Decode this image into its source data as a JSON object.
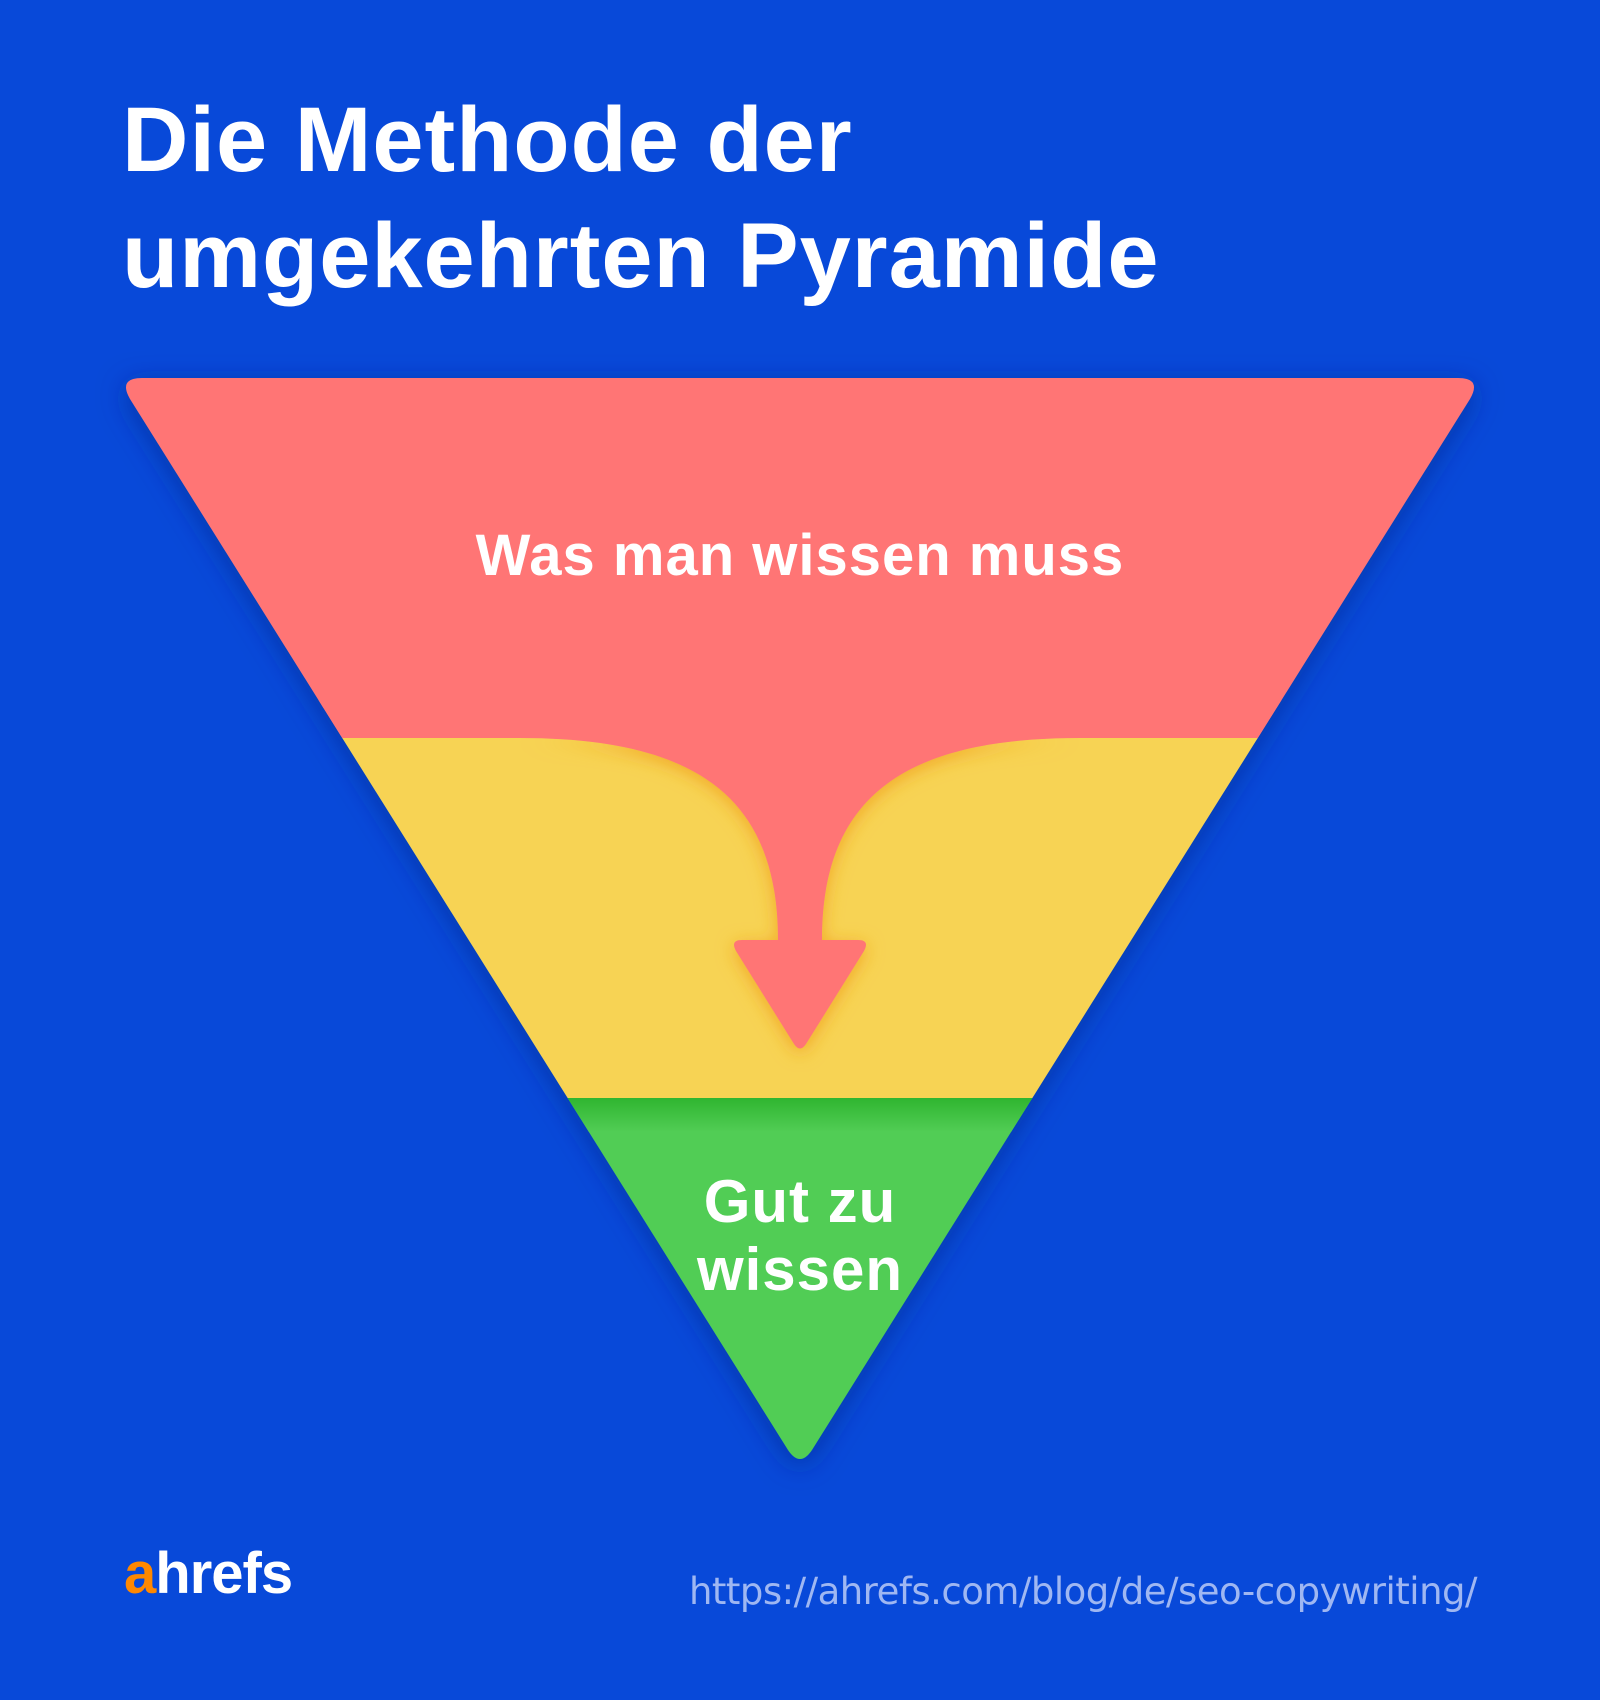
{
  "title": {
    "line1": "Die Methode der",
    "line2": "umgekehrten Pyramide"
  },
  "pyramid": {
    "layers": [
      {
        "label": "Was man wissen muss",
        "color": "#FF7575"
      },
      {
        "label": "",
        "color": "#F7D354"
      },
      {
        "label_line1": "Gut zu",
        "label_line2": "wissen",
        "color": "#51CD55"
      }
    ],
    "arrow": {
      "direction": "down",
      "color": "#FF7575"
    },
    "background": "#0849D9"
  },
  "footer": {
    "logo_a": "a",
    "logo_rest": "hrefs",
    "url": "https://ahrefs.com/blog/de/seo-copywriting/"
  }
}
